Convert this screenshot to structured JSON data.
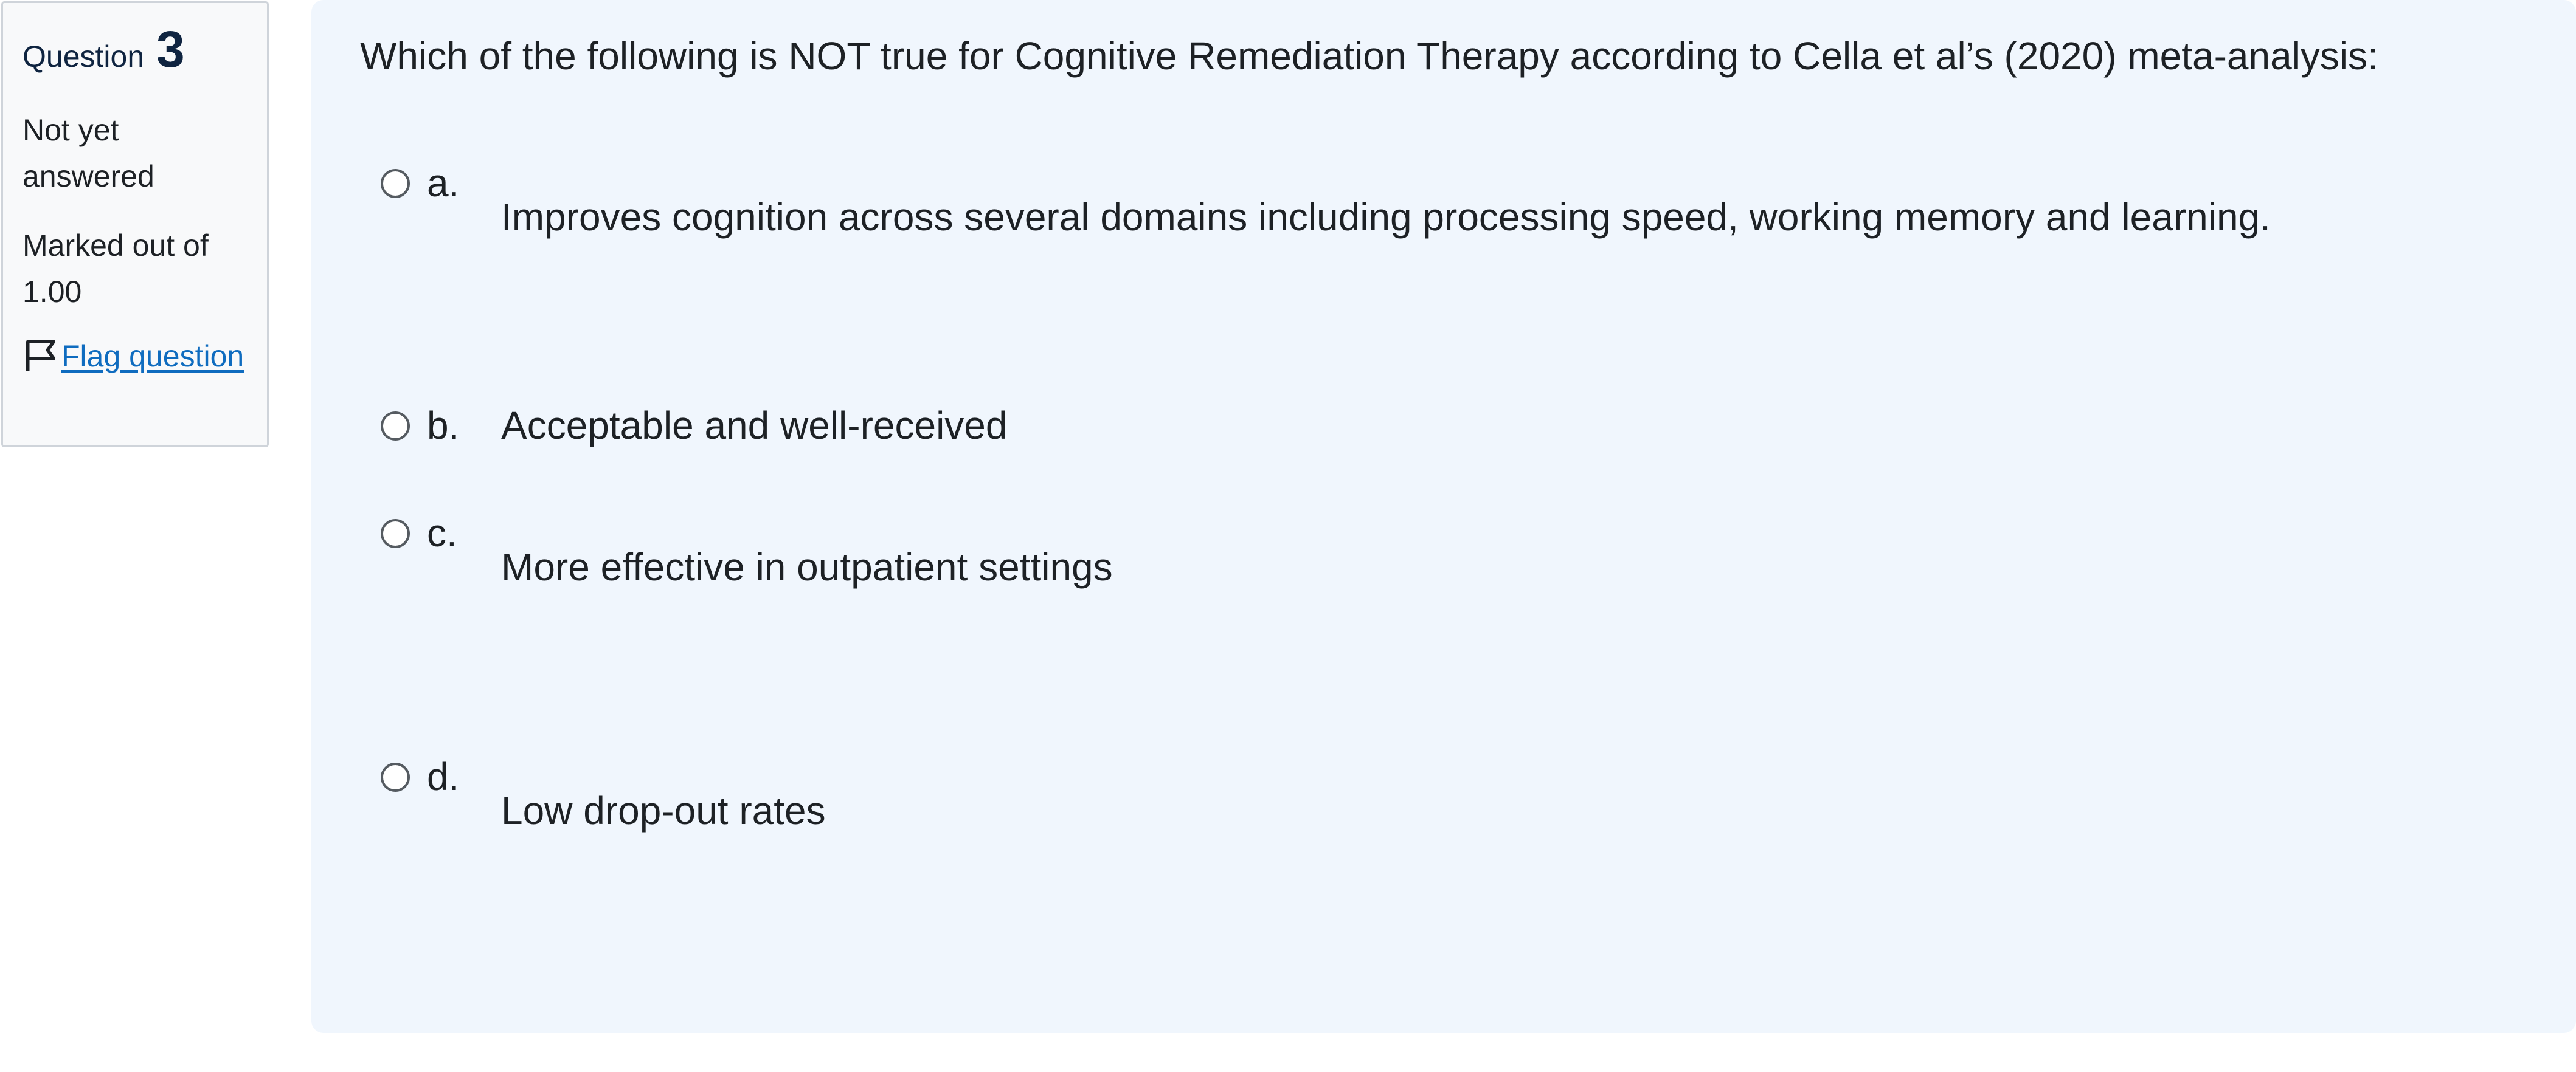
{
  "info": {
    "question_word": "Question",
    "question_number": "3",
    "state": "Not yet answered",
    "grade": "Marked out of 1.00",
    "flag_label": "Flag question"
  },
  "question": {
    "text": "Which of the following is NOT true for Cognitive Remediation Therapy according to Cella et al’s (2020) meta-analysis:",
    "options": [
      {
        "letter": "a.",
        "text": "Improves cognition across several domains including processing speed, working memory and learning.",
        "selected": false
      },
      {
        "letter": "b.",
        "text": "Acceptable and well-received",
        "selected": false
      },
      {
        "letter": "c.",
        "text": "More effective in outpatient settings",
        "selected": false
      },
      {
        "letter": "d.",
        "text": "Low drop-out rates",
        "selected": false
      }
    ]
  },
  "icons": {
    "flag": "flag-icon",
    "radio": "radio-unchecked-icon"
  },
  "colors": {
    "link": "#0f6cbf",
    "heading": "#0f2440",
    "content_bg": "#f0f6fd",
    "info_bg": "#f8f9fa"
  }
}
